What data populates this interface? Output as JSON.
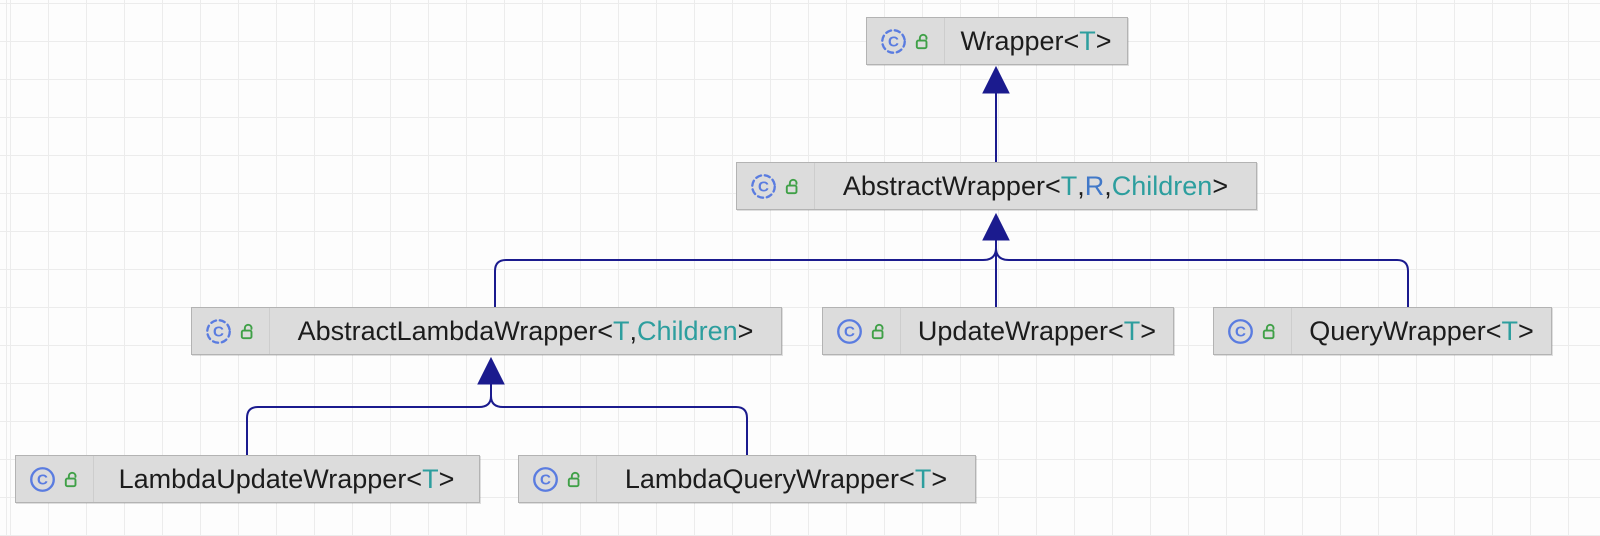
{
  "diagram": {
    "title": "Wrapper class hierarchy diagram",
    "colors": {
      "edge": "#1b1b8e",
      "type_param_teal": "#2d9e9e",
      "type_ref_blue": "#4178c8",
      "icon_blue": "#5a7ce0",
      "lock_green": "#3fa047",
      "node_bg": "#dcdcdc",
      "node_border": "#b3b3b3"
    },
    "nodes": [
      {
        "id": "wrapper",
        "kind": "abstract class",
        "visibility": "public",
        "label": "Wrapper<T>",
        "parts": [
          [
            "Wrapper<",
            "n"
          ],
          [
            "T",
            "t"
          ],
          [
            ">",
            "n"
          ]
        ]
      },
      {
        "id": "abstract-wrapper",
        "kind": "abstract class",
        "visibility": "public",
        "label": "AbstractWrapper<T, R, Children>",
        "parts": [
          [
            "AbstractWrapper<",
            "n"
          ],
          [
            "T",
            "t"
          ],
          [
            ", ",
            "n"
          ],
          [
            "R",
            "r"
          ],
          [
            ", ",
            "n"
          ],
          [
            "Children",
            "t"
          ],
          [
            ">",
            "n"
          ]
        ]
      },
      {
        "id": "abstract-lambda",
        "kind": "abstract class",
        "visibility": "public",
        "label": "AbstractLambdaWrapper<T, Children>",
        "parts": [
          [
            "AbstractLambdaWrapper<",
            "n"
          ],
          [
            "T",
            "t"
          ],
          [
            ", ",
            "n"
          ],
          [
            "Children",
            "t"
          ],
          [
            ">",
            "n"
          ]
        ]
      },
      {
        "id": "update-wrapper",
        "kind": "class",
        "visibility": "public",
        "label": "UpdateWrapper<T>",
        "parts": [
          [
            "UpdateWrapper<",
            "n"
          ],
          [
            "T",
            "t"
          ],
          [
            ">",
            "n"
          ]
        ]
      },
      {
        "id": "query-wrapper",
        "kind": "class",
        "visibility": "public",
        "label": "QueryWrapper<T>",
        "parts": [
          [
            "QueryWrapper<",
            "n"
          ],
          [
            "T",
            "t"
          ],
          [
            ">",
            "n"
          ]
        ]
      },
      {
        "id": "lambda-update",
        "kind": "class",
        "visibility": "public",
        "label": "LambdaUpdateWrapper<T>",
        "parts": [
          [
            "LambdaUpdateWrapper<",
            "n"
          ],
          [
            "T",
            "t"
          ],
          [
            ">",
            "n"
          ]
        ]
      },
      {
        "id": "lambda-query",
        "kind": "class",
        "visibility": "public",
        "label": "LambdaQueryWrapper<T>",
        "parts": [
          [
            "LambdaQueryWrapper<",
            "n"
          ],
          [
            "T",
            "t"
          ],
          [
            ">",
            "n"
          ]
        ]
      }
    ],
    "edges": [
      {
        "from": "AbstractWrapper<T, R, Children>",
        "to": "Wrapper<T>",
        "relation": "extends"
      },
      {
        "from": "AbstractLambdaWrapper<T, Children>",
        "to": "AbstractWrapper<T, R, Children>",
        "relation": "extends"
      },
      {
        "from": "UpdateWrapper<T>",
        "to": "AbstractWrapper<T, R, Children>",
        "relation": "extends"
      },
      {
        "from": "QueryWrapper<T>",
        "to": "AbstractWrapper<T, R, Children>",
        "relation": "extends"
      },
      {
        "from": "LambdaUpdateWrapper<T>",
        "to": "AbstractLambdaWrapper<T, Children>",
        "relation": "extends"
      },
      {
        "from": "LambdaQueryWrapper<T>",
        "to": "AbstractLambdaWrapper<T, Children>",
        "relation": "extends"
      }
    ]
  }
}
